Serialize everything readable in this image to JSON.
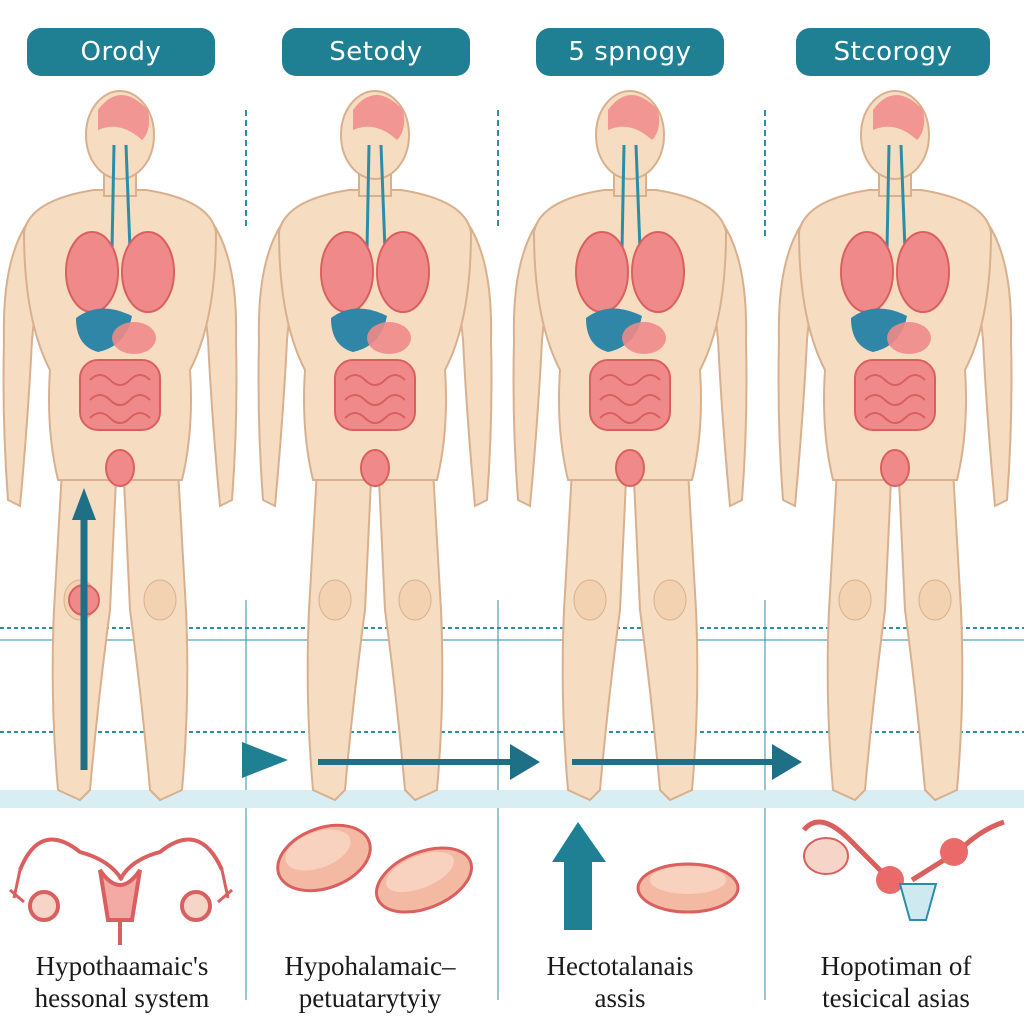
{
  "columns": [
    {
      "title": "Orody",
      "caption_lines": [
        "Hypothaamaic's",
        "hessonal system"
      ]
    },
    {
      "title": "Setody",
      "caption_lines": [
        "Hypohalamaic–",
        "petuatarytyiy"
      ]
    },
    {
      "title": "5 spnogy",
      "caption_lines": [
        "Hectotalanais",
        "assis"
      ]
    },
    {
      "title": "Stcorogy",
      "caption_lines": [
        "Hopotiman of",
        "tesicical asias"
      ]
    }
  ],
  "colors": {
    "accent": "#1f7f93",
    "skin": "#f6dcc0",
    "skin_outline": "#d9b08e",
    "organ": "#f08a8a",
    "organ_dark": "#d9605f",
    "liver": "#2f86a6",
    "vessel": "#2a8fa6",
    "grid": "#2a8fa6"
  }
}
